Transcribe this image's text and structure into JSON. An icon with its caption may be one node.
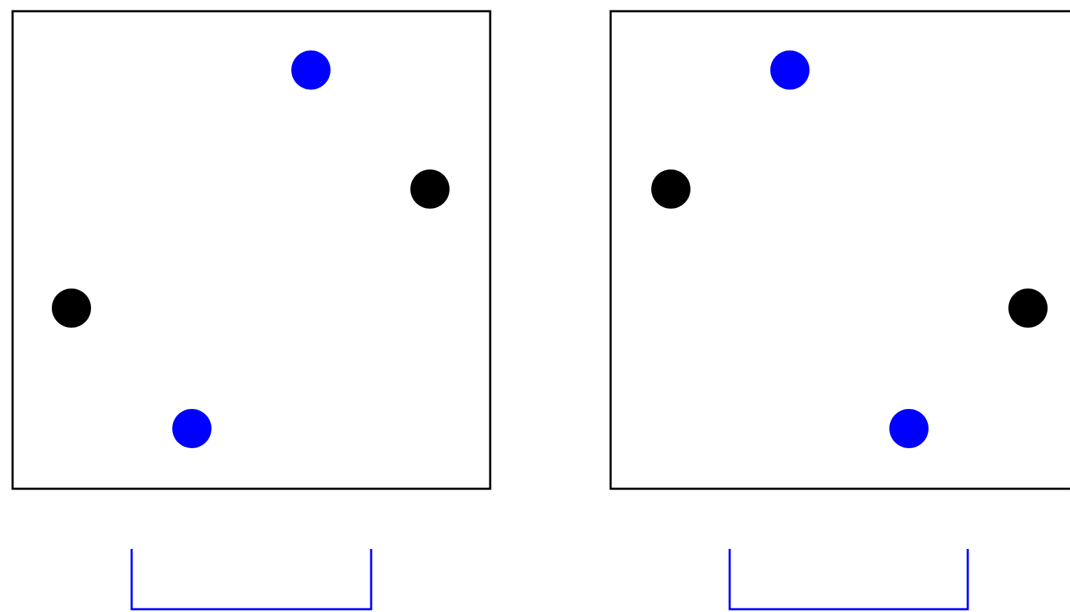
{
  "diagram": {
    "nodes": [
      {
        "text": [],
        "shape": "box"
      },
      {
        "text": [],
        "shape": "circle",
        "in": 0
      },
      {
        "text": [],
        "shape": "circle",
        "in": 0
      },
      {
        "text": [],
        "shape": "circle",
        "in": 0
      },
      {
        "text": [],
        "shape": "circle",
        "in": 0
      },
      {
        "text": [],
        "shape": "box"
      },
      {
        "text": [],
        "shape": "circle",
        "in": 5
      },
      {
        "text": [],
        "shape": "circle",
        "in": 5
      },
      {
        "text": [],
        "shape": "circle",
        "in": 5
      },
      {
        "text": [],
        "shape": "circle",
        "in": 5
      }
    ]
  }
}
